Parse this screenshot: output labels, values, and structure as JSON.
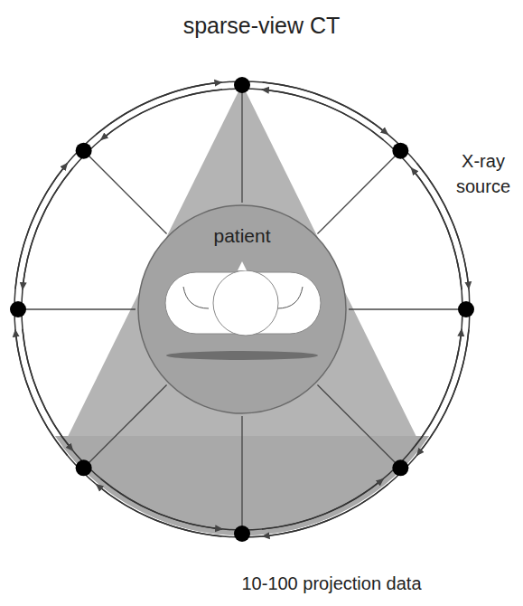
{
  "diagram": {
    "title": "sparse-view CT",
    "caption": "10-100 projection data",
    "nodes": [
      {
        "text": [
          "patient"
        ]
      }
    ],
    "labels": [
      "X-ray source"
    ]
  }
}
